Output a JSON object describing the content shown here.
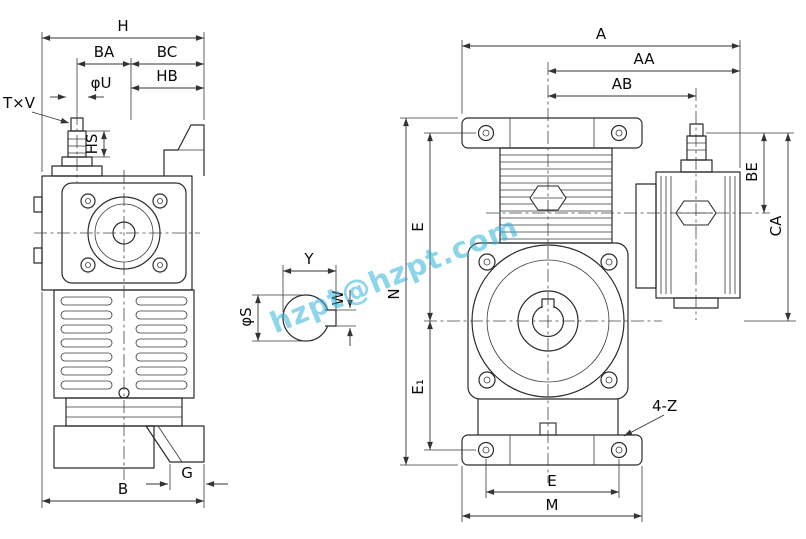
{
  "watermark": {
    "text": "hzpt@hzpt.com",
    "color": "#2fb3d9"
  },
  "drawing": {
    "line_color": "#2b2b2b"
  },
  "left_view": {
    "dims": {
      "H": "H",
      "BA": "BA",
      "BC": "BC",
      "phi_U": "φU",
      "HB": "HB",
      "TxV": "T×V",
      "HS": "HS",
      "B": "B",
      "G": "G"
    }
  },
  "shaft_section": {
    "dims": {
      "Y": "Y",
      "W": "W",
      "phi_S": "φS"
    }
  },
  "right_view": {
    "dims": {
      "A": "A",
      "AA": "AA",
      "AB": "AB",
      "E_upper": "E",
      "N": "N",
      "E1": "E₁",
      "BE": "BE",
      "CA": "CA",
      "holes_4Z": "4-Z",
      "E_bottom": "E",
      "M": "M"
    }
  }
}
